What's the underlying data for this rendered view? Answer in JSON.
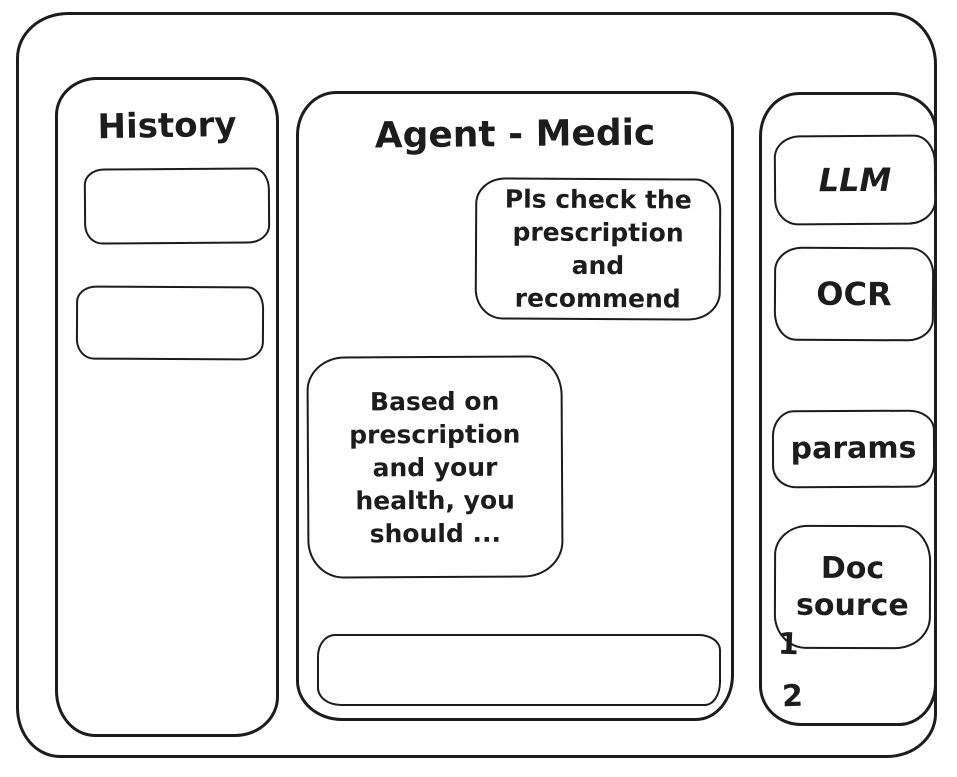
{
  "history": {
    "title": "History",
    "items": [
      {
        "label": ""
      },
      {
        "label": ""
      }
    ]
  },
  "chat": {
    "title": "Agent - Medic",
    "messages": [
      {
        "role": "user",
        "text": "Pls check the prescription and recommend"
      },
      {
        "role": "assistant",
        "text": "Based on prescription and your health, you should ..."
      }
    ],
    "input": {
      "value": "",
      "placeholder": ""
    }
  },
  "tools": {
    "buttons": [
      {
        "label": "LLM"
      },
      {
        "label": "OCR"
      },
      {
        "label": "params"
      },
      {
        "label": "Doc source"
      }
    ],
    "doc_sources": [
      "1",
      "2"
    ]
  },
  "colors": {
    "stroke": "#1c1c1c",
    "background": "#ffffff"
  }
}
